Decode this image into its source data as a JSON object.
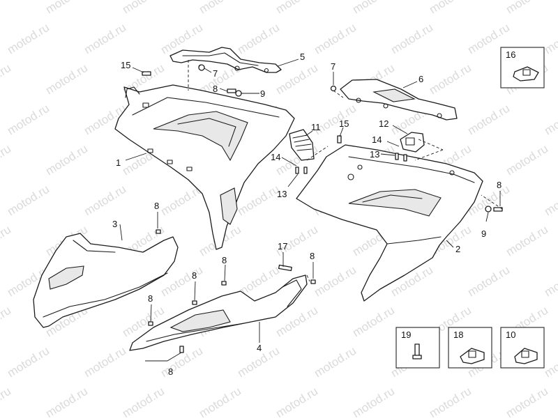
{
  "watermark": "motod.ru",
  "callouts": {
    "c1": "1",
    "c2": "2",
    "c3": "3",
    "c4": "4",
    "c5": "5",
    "c6": "6",
    "c7a": "7",
    "c7b": "7",
    "c8a": "8",
    "c8b": "8",
    "c8c": "8",
    "c8d": "8",
    "c8e": "8",
    "c8f": "8",
    "c8g": "8",
    "c8h": "8",
    "c9a": "9",
    "c9b": "9",
    "c11": "11",
    "c12": "12",
    "c13a": "13",
    "c13b": "13",
    "c14a": "14",
    "c14b": "14",
    "c15a": "15",
    "c15b": "15",
    "c17": "17"
  },
  "boxes": {
    "b16": "16",
    "b19": "19",
    "b18": "18",
    "b10": "10"
  }
}
